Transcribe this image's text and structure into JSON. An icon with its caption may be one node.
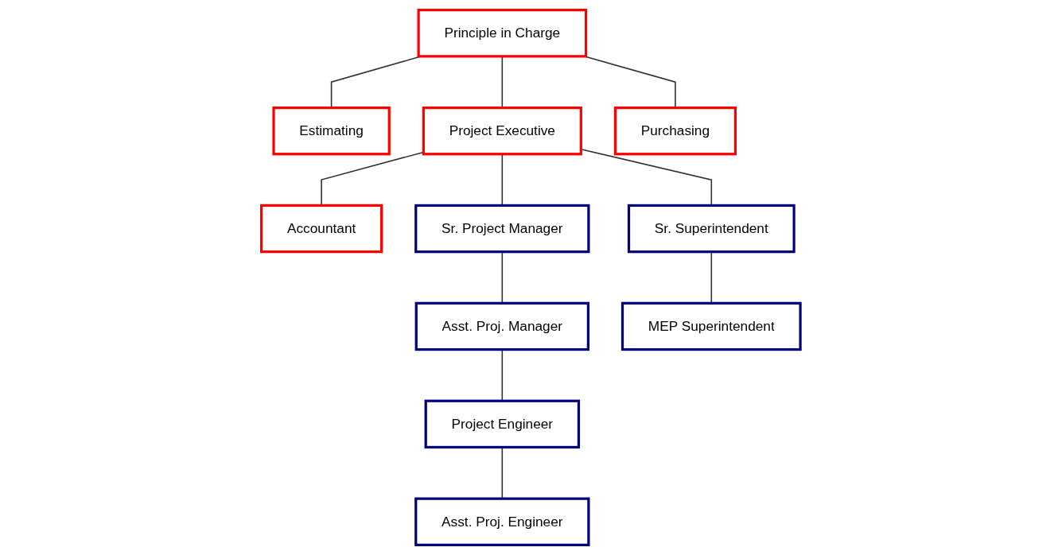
{
  "diagram": {
    "nodes": [
      {
        "text": [
          "Principle in Charge"
        ]
      },
      {
        "text": [
          "Estimating"
        ]
      },
      {
        "text": [
          "Project Executive"
        ]
      },
      {
        "text": [
          "Purchasing"
        ]
      },
      {
        "text": [
          "Accountant"
        ]
      },
      {
        "text": [
          "Sr. Project Manager"
        ]
      },
      {
        "text": [
          "Sr. Superintendent"
        ]
      },
      {
        "text": [
          "Asst. Proj. Manager"
        ]
      },
      {
        "text": [
          "MEP Superintendent"
        ]
      },
      {
        "text": [
          "Project Engineer"
        ]
      },
      {
        "text": [
          "Asst. Proj. Engineer"
        ]
      }
    ],
    "edges": [
      {
        "from": 0,
        "to": 1,
        "arrow": "none"
      },
      {
        "from": 0,
        "to": 2,
        "arrow": "none"
      },
      {
        "from": 0,
        "to": 3,
        "arrow": "none"
      },
      {
        "from": 2,
        "to": 4,
        "arrow": "none"
      },
      {
        "from": 2,
        "to": 5,
        "arrow": "none"
      },
      {
        "from": 2,
        "to": 6,
        "arrow": "none"
      },
      {
        "from": 5,
        "to": 7,
        "arrow": "none"
      },
      {
        "from": 6,
        "to": 8,
        "arrow": "none"
      },
      {
        "from": 7,
        "to": 9,
        "arrow": "none"
      },
      {
        "from": 9,
        "to": 10,
        "arrow": "none"
      }
    ]
  }
}
